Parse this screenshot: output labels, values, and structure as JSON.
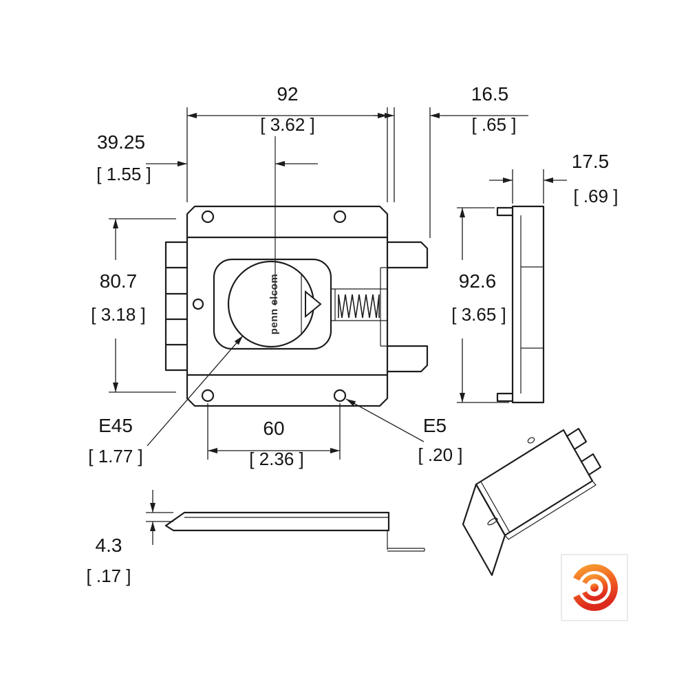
{
  "drawing_title": "latch-technical-drawing",
  "brand": {
    "engraving": "penn elcom",
    "logo": "penn-elcom-roundel"
  },
  "colors": {
    "line": "#1c1c1c",
    "logo_orange": "#F79B30",
    "logo_red": "#DC2B1C"
  },
  "dims": {
    "overall_width": {
      "mm": "92",
      "inch": "[ 3.62 ]"
    },
    "hook_offset": {
      "mm": "16.5",
      "inch": "[ .65 ]"
    },
    "center_offset": {
      "mm": "39.25",
      "inch": "[ 1.55 ]"
    },
    "side_depth": {
      "mm": "17.5",
      "inch": "[ .69 ]"
    },
    "body_height": {
      "mm": "80.7",
      "inch": "[ 3.18 ]"
    },
    "overall_height": {
      "mm": "92.6",
      "inch": "[ 3.65 ]"
    },
    "dish_diameter": {
      "mm": "E45",
      "inch": "[ 1.77 ]"
    },
    "hole_spacing": {
      "mm": "60",
      "inch": "[ 2.36 ]"
    },
    "hole_diameter": {
      "mm": "E5",
      "inch": "[ .20 ]"
    },
    "plate_thickness": {
      "mm": "4.3",
      "inch": "[ .17 ]"
    }
  }
}
